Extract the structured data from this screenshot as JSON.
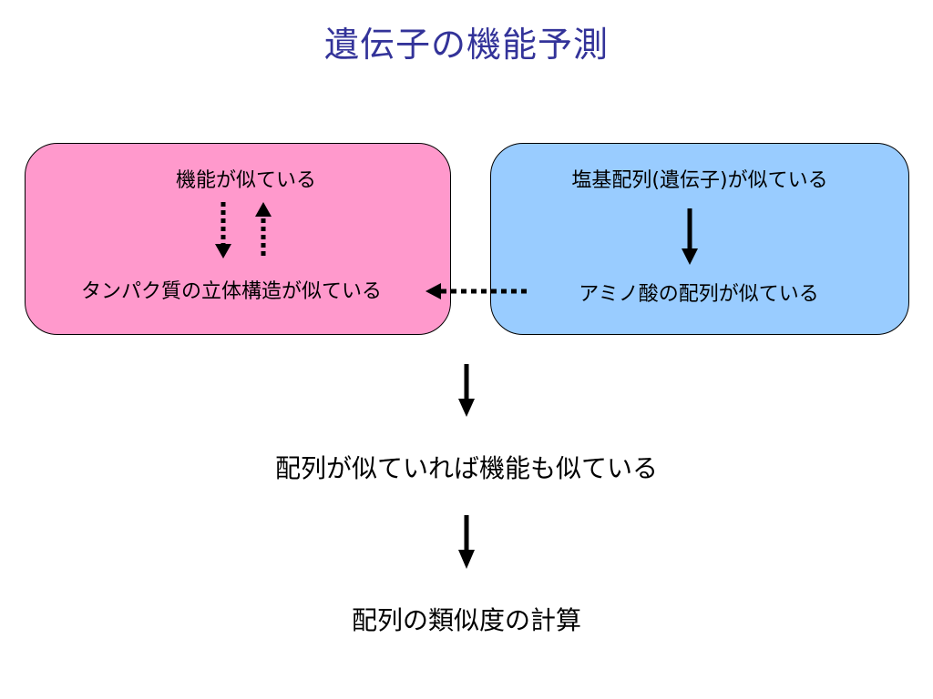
{
  "title": "遺伝子の機能予測",
  "left_box": {
    "top_text": "機能が似ている",
    "bottom_text": "タンパク質の立体構造が似ている"
  },
  "right_box": {
    "top_text": "塩基配列(遺伝子)が似ている",
    "bottom_text": "アミノ酸の配列が似ている"
  },
  "conclusion_1": "配列が似ていれば機能も似ている",
  "conclusion_2": "配列の類似度の計算",
  "colors": {
    "title": "#333399",
    "left_box_fill": "#ff99cc",
    "right_box_fill": "#99ccff"
  }
}
